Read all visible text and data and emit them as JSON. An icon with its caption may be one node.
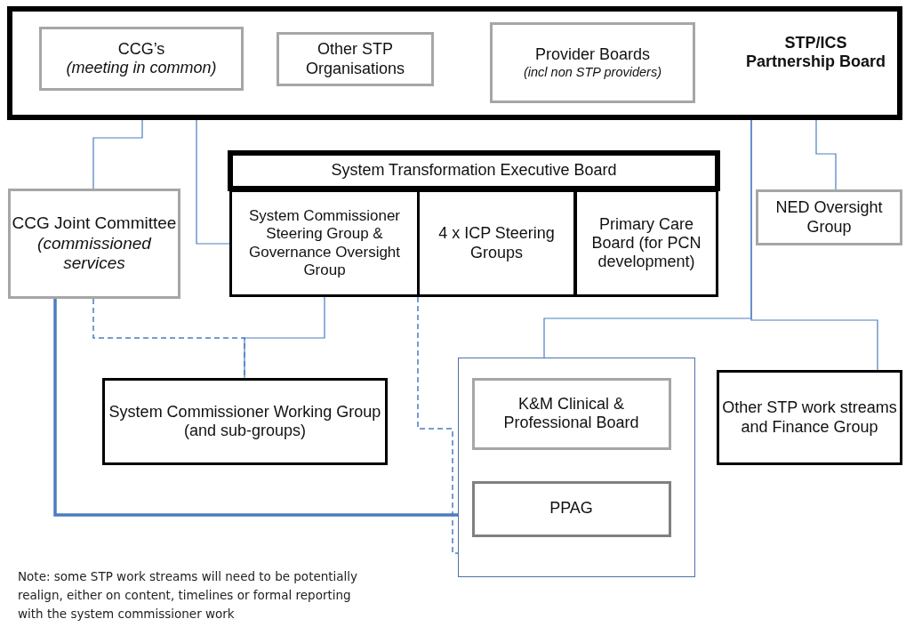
{
  "diagram": {
    "nodes": [
      {
        "text": [
          "STP/ICS Partnership Board"
        ]
      },
      {
        "text": [
          "CCG’s",
          "(meeting in common)"
        ],
        "in": 0
      },
      {
        "text": [
          "Other STP Organisations"
        ],
        "in": 0
      },
      {
        "text": [
          "Provider Boards",
          "(incl non STP providers)"
        ],
        "in": 0
      },
      {
        "text": [
          "System Transformation Executive Board"
        ]
      },
      {
        "text": [
          "CCG Joint Committee",
          "(commissioned services"
        ]
      },
      {
        "text": [
          "System Commissioner Steering Group & Governance Oversight Group"
        ]
      },
      {
        "text": [
          "4 x ICP Steering Groups"
        ]
      },
      {
        "text": [
          "Primary Care Board (for PCN development)"
        ]
      },
      {
        "text": [
          "NED Oversight Group"
        ]
      },
      {
        "text": [
          "System Commissioner Working Group (and sub-groups)"
        ]
      },
      {
        "text": [],
        "shape": "box"
      },
      {
        "text": [
          "K&M Clinical & Professional Board"
        ],
        "in": 11
      },
      {
        "text": [
          "PPAG"
        ],
        "in": 11
      },
      {
        "text": [
          "Other STP work streams and Finance Group"
        ]
      }
    ],
    "edges": [
      {
        "from": 1,
        "to": 5,
        "arrow": "none"
      },
      {
        "from": 1,
        "to": 6,
        "arrow": "none"
      },
      {
        "from": 5,
        "to": 10,
        "arrow": "none",
        "style": "dashed"
      },
      {
        "from": 6,
        "to": 10,
        "arrow": "none"
      },
      {
        "from": 0,
        "to": 9,
        "arrow": "none"
      },
      {
        "from": 0,
        "to": 11,
        "arrow": "none"
      },
      {
        "from": 0,
        "to": 14,
        "arrow": "none"
      },
      {
        "from": 5,
        "to": 11,
        "arrow": "none",
        "style": "thick"
      },
      {
        "from": 6,
        "to": 11,
        "arrow": "none",
        "style": "dashed"
      }
    ],
    "labels": [
      "Note:  some STP work streams will need to be potentially realign, either on content, timelines or formal reporting with the system commissioner work"
    ]
  }
}
